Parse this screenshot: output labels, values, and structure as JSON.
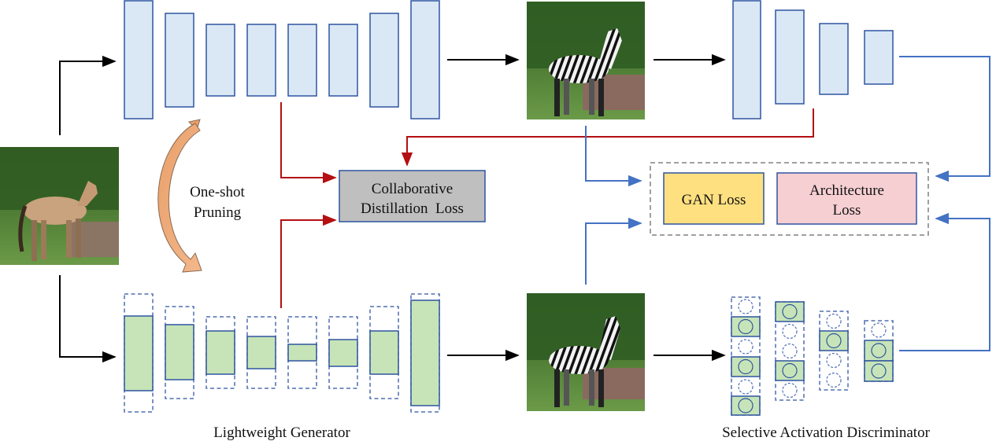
{
  "labels": {
    "pruning_line1": "One-shot",
    "pruning_line2": "Pruning",
    "distill_line1": "Collaborative",
    "distill_line2": "Distillation  Loss",
    "gan_loss": "GAN Loss",
    "arch_line1": "Architecture",
    "arch_line2": "Loss",
    "lightweight_generator": "Lightweight Generator",
    "selective_discriminator": "Selective Activation Discriminator"
  },
  "images": {
    "input": "horse-photo",
    "teacher_output": "zebra-photo",
    "student_output": "zebra-photo"
  },
  "colors": {
    "teacher_block_fill": "#dae8f6",
    "teacher_block_stroke": "#2f55a0",
    "student_fill": "#c7e4b8",
    "dashed_stroke": "#4f6fb2",
    "red_arrow": "#b40f12",
    "blue_arrow": "#4472c4",
    "distill_fill": "#bfbfbf",
    "gan_fill": "#ffe080",
    "arch_fill": "#f6cfd3",
    "pruning_arrow": "#f2a97a"
  }
}
